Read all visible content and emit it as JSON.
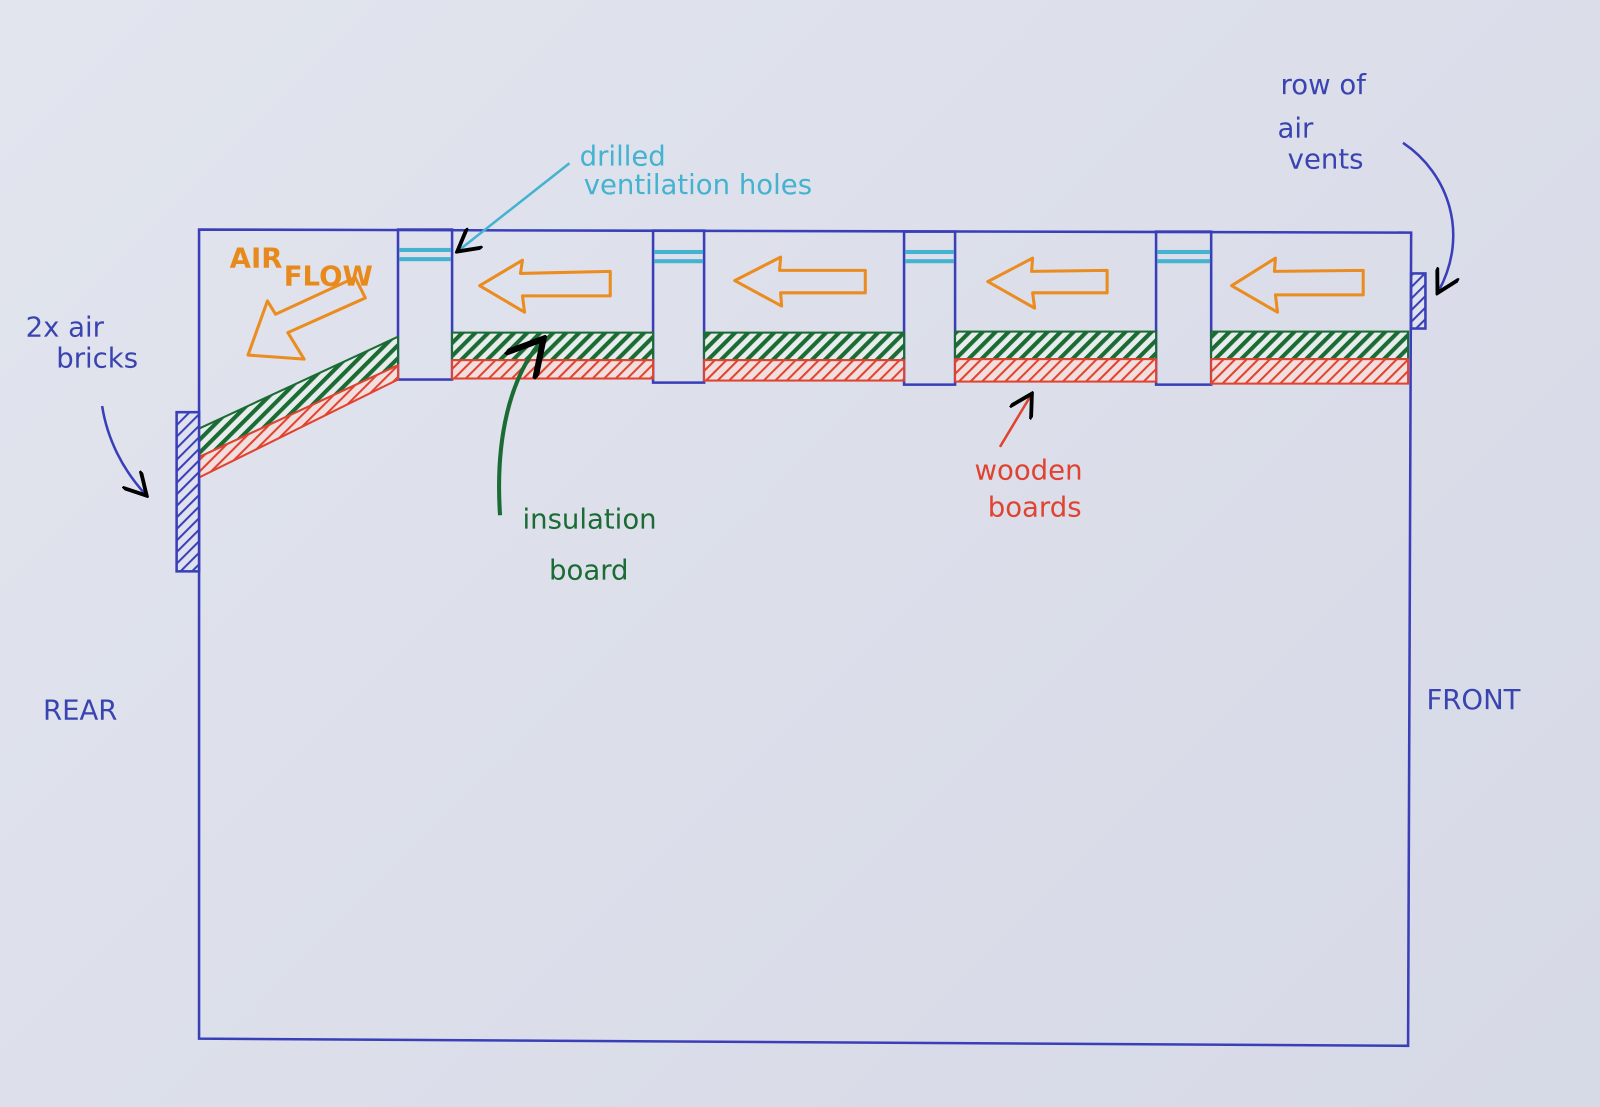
{
  "labels": {
    "ventilation_holes": [
      "drilled",
      "ventilation holes"
    ],
    "air_vents": [
      "row of",
      "air",
      "vents"
    ],
    "air_bricks": [
      "2x air",
      "bricks"
    ],
    "air_flow": [
      "AIR",
      "FLOW"
    ],
    "insulation": [
      "insulation",
      "board"
    ],
    "wooden_boards": [
      "wooden",
      "boards"
    ],
    "rear": "REAR",
    "front": "FRONT"
  },
  "colors": {
    "structure": "#3a3fb8",
    "airflow": "#ea8c1f",
    "insulation": "#1a6b34",
    "wooden_boards": "#e0432f",
    "ventilation_holes": "#45b3d0"
  }
}
